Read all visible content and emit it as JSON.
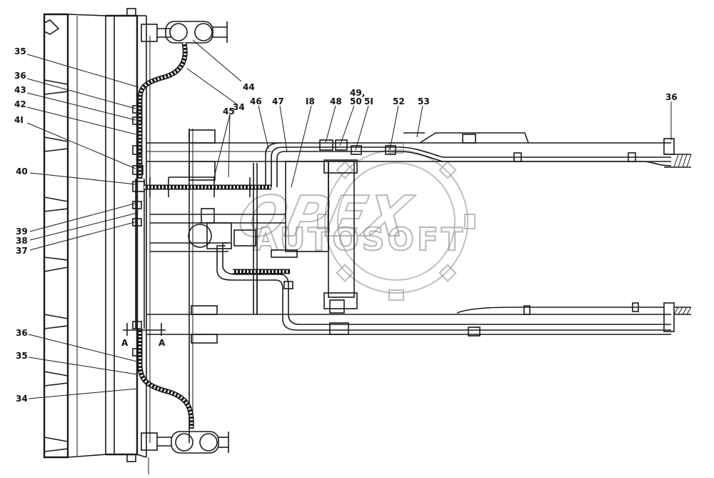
{
  "section_marks": {
    "left": "A",
    "right": "A"
  },
  "watermark": {
    "brand": "OPEX",
    "sub": "AUTOSOFT"
  },
  "labels": [
    {
      "id": "l35a",
      "text": "35"
    },
    {
      "id": "l36a",
      "text": "36"
    },
    {
      "id": "l43",
      "text": "43"
    },
    {
      "id": "l42",
      "text": "42"
    },
    {
      "id": "l41",
      "text": "4I"
    },
    {
      "id": "l40",
      "text": "40"
    },
    {
      "id": "l39",
      "text": "39"
    },
    {
      "id": "l38",
      "text": "38"
    },
    {
      "id": "l37",
      "text": "37"
    },
    {
      "id": "l36b",
      "text": "36"
    },
    {
      "id": "l35b",
      "text": "35"
    },
    {
      "id": "l34b",
      "text": "34"
    },
    {
      "id": "l44",
      "text": "44"
    },
    {
      "id": "l34a",
      "text": "34"
    },
    {
      "id": "l45",
      "text": "45"
    },
    {
      "id": "l46",
      "text": "46"
    },
    {
      "id": "l47",
      "text": "47"
    },
    {
      "id": "l18",
      "text": "I8"
    },
    {
      "id": "l48",
      "text": "48"
    },
    {
      "id": "l49",
      "text": "49,"
    },
    {
      "id": "l50",
      "text": "50"
    },
    {
      "id": "l51",
      "text": "5I"
    },
    {
      "id": "l52",
      "text": "52"
    },
    {
      "id": "l53",
      "text": "53"
    },
    {
      "id": "l36c",
      "text": "36"
    }
  ]
}
